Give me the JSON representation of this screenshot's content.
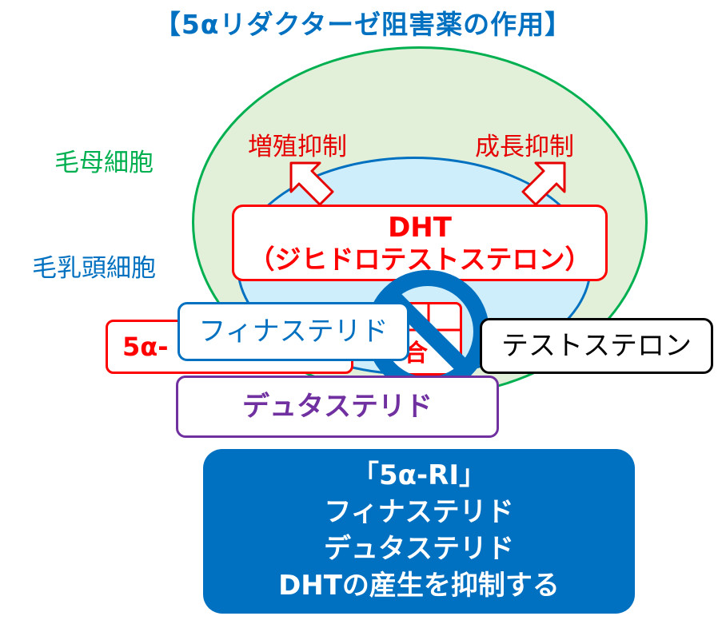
{
  "title": "【5αリダクターゼ阻害薬の作用】",
  "labels": {
    "hair_matrix_cells": "毛母細胞",
    "dermal_papilla_cells": "毛乳頭細胞"
  },
  "effects": {
    "proliferation": "増殖抑制",
    "growth": "成長抑制"
  },
  "dht": {
    "line1": "DHT",
    "line2": "（ジヒドロテストステロン）"
  },
  "reductase_partial": "5α-",
  "binding_partial": "合",
  "finasteride": "フィナステリド",
  "testosterone": "テストステロン",
  "dutasteride": "デュタステリド",
  "summary": {
    "line1": "「5α-RI」",
    "line2": "フィナステリド",
    "line3": "デュタステリド",
    "line4": "DHTの産生を抑制する"
  },
  "colors": {
    "title": "#0070c0",
    "hair_matrix": "#00b050",
    "dermal_papilla": "#0070c0",
    "effect": "#e60000",
    "dht": "#ff0000",
    "finasteride": "#0070c0",
    "dutasteride": "#7030a0",
    "summary_bg": "#0070c0",
    "prohibit": "#0070c0"
  },
  "icons": {
    "prohibit": "prohibition-sign-icon",
    "arrows": "outline-up-arrow-icon"
  }
}
